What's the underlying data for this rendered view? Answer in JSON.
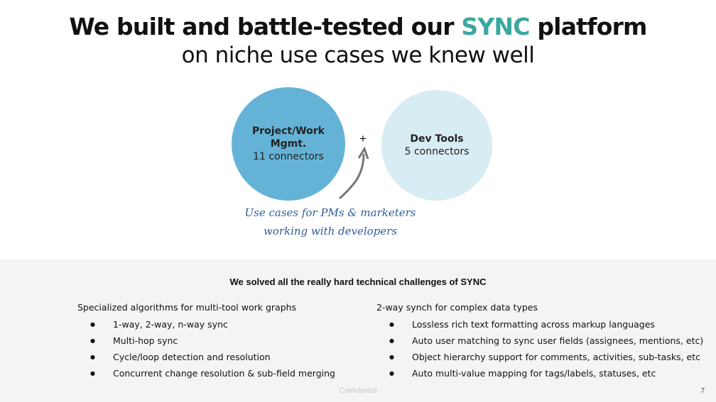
{
  "title": {
    "pre": "We built and battle-tested our ",
    "accent": "SYNC",
    "post": " platform",
    "subtitle": "on niche use cases we knew well",
    "accent_color": "#3aa8a0"
  },
  "circles": [
    {
      "title": "Project/Work Mgmt.",
      "sub": "11 connectors",
      "color": "#64b3d7"
    },
    {
      "title": "Dev Tools",
      "sub": "5 connectors",
      "color": "#d8ecf3"
    }
  ],
  "plus": "+",
  "note": {
    "line1": "Use cases for PMs & marketers",
    "line2": "working with developers"
  },
  "bottom": {
    "heading": "We solved all the really hard technical challenges of SYNC",
    "left": {
      "heading": "Specialized algorithms for multi-tool work graphs",
      "items": [
        "1-way, 2-way, n-way sync",
        "Multi-hop sync",
        "Cycle/loop detection and resolution",
        "Concurrent change resolution & sub-field merging"
      ]
    },
    "right": {
      "heading": "2-way synch for complex data types",
      "items": [
        "Lossless rich text formatting across markup languages",
        "Auto user matching to sync user fields (assignees, mentions, etc)",
        "Object hierarchy support for comments, activities, sub-tasks, etc",
        "Auto multi-value mapping for tags/labels, statuses, etc"
      ]
    }
  },
  "footer": {
    "confidential": "Confidential",
    "page": "7"
  }
}
